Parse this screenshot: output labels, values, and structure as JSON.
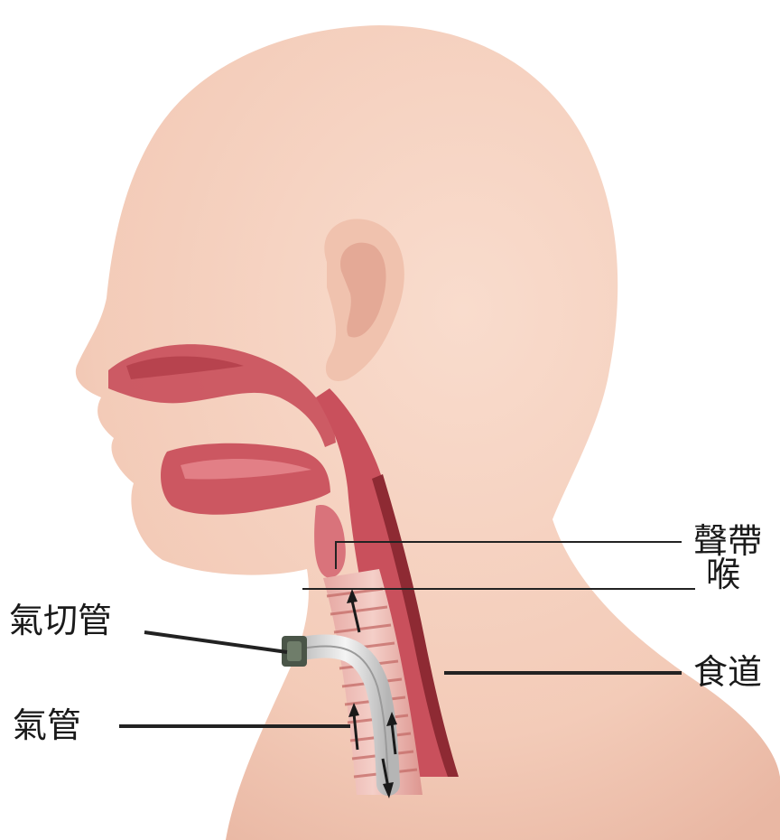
{
  "labels": {
    "vocal_cords": "聲帶",
    "larynx": "喉",
    "esophagus": "食道",
    "tracheostomy_tube": "氣切管",
    "trachea": "氣管"
  },
  "colors": {
    "skin": "#f6d3c3",
    "skin_shadow": "#e9b7a3",
    "airway": "#c9505c",
    "airway_dark": "#a8343f",
    "cartilage": "#e8a8a4",
    "tube": "#d9d9d9",
    "line": "#222222"
  }
}
